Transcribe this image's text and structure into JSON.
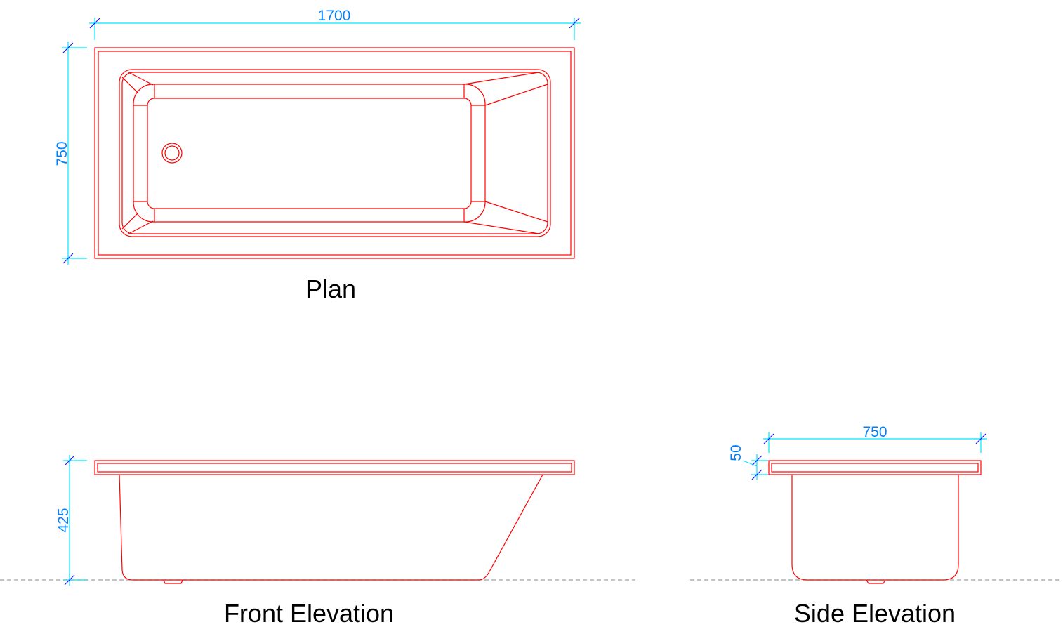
{
  "views": {
    "plan": {
      "title": "Plan",
      "dim_length": "1700",
      "dim_width": "750"
    },
    "front_elevation": {
      "title": "Front Elevation",
      "dim_height": "425"
    },
    "side_elevation": {
      "title": "Side Elevation",
      "dim_width": "750",
      "dim_rim": "50"
    }
  },
  "colors": {
    "outline": "#ff0000",
    "dimension_line": "#00e5ff",
    "dimension_text": "#0080ff",
    "ground_line": "#a0a0a0"
  }
}
